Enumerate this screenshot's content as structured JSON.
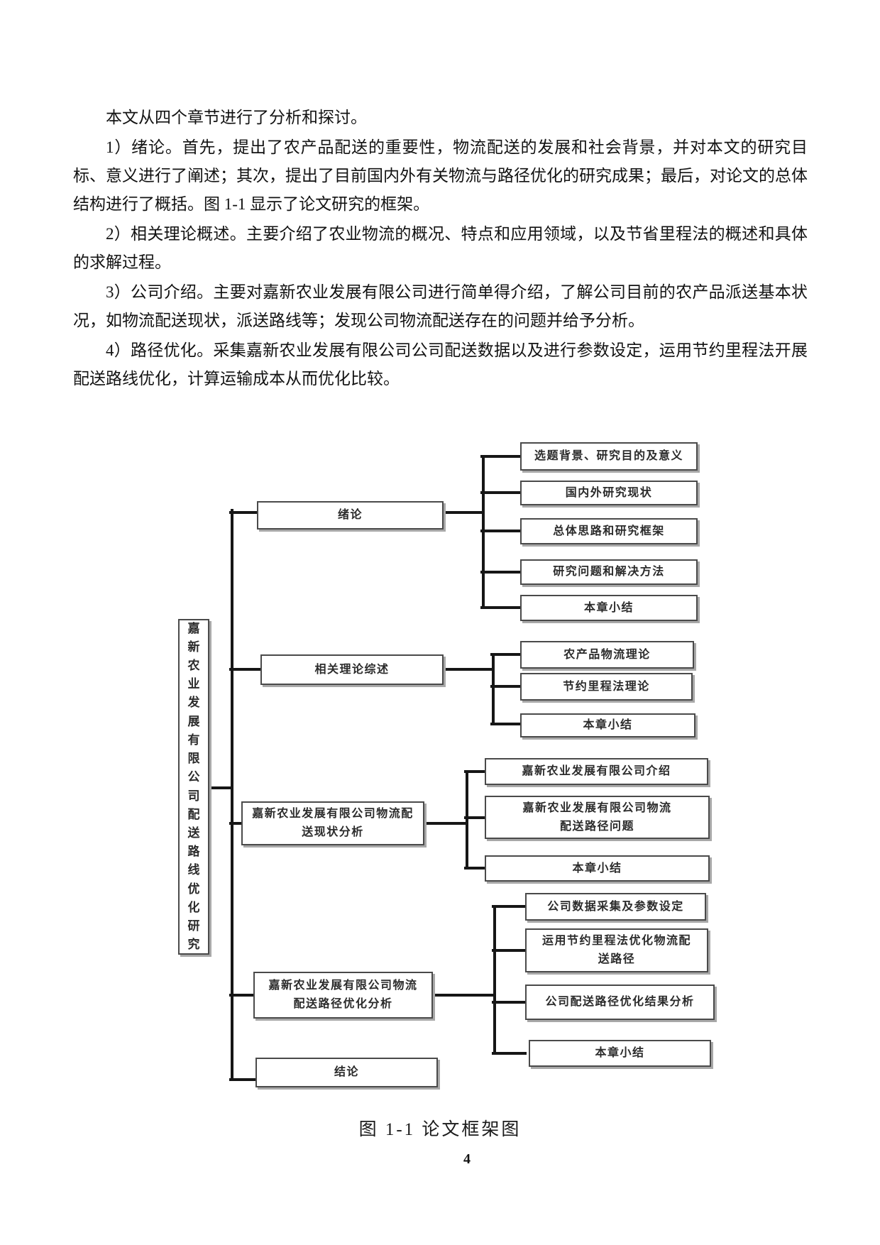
{
  "document": {
    "paragraphs": [
      "本文从四个章节进行了分析和探讨。",
      "1）绪论。首先，提出了农产品配送的重要性，物流配送的发展和社会背景，并对本文的研究目标、意义进行了阐述；其次，提出了目前国内外有关物流与路径优化的研究成果；最后，对论文的总体结构进行了概括。图 1-1 显示了论文研究的框架。",
      "2）相关理论概述。主要介绍了农业物流的概况、特点和应用领域，以及节省里程法的概述和具体的求解过程。",
      "3）公司介绍。主要对嘉新农业发展有限公司进行简单得介绍，了解公司目前的农产品派送基本状况，如物流配送现状，派送路线等；发现公司物流配送存在的问题并给予分析。",
      "4）路径优化。采集嘉新农业发展有限公司公司配送数据以及进行参数设定，运用节约里程法开展配送路线优化，计算运输成本从而优化比较。"
    ],
    "figure_caption": "图 1-1  论文框架图",
    "page_number": "4"
  },
  "diagram": {
    "root_label": "嘉新农业发展有限公司配送路线优化研究",
    "chapters": [
      {
        "label": "绪论",
        "sections": [
          "选题背景、研究目的及意义",
          "国内外研究现状",
          "总体思路和研究框架",
          "研究问题和解决方法",
          "本章小结"
        ]
      },
      {
        "label": "相关理论综述",
        "sections": [
          "农产品物流理论",
          "节约里程法理论",
          "本章小结"
        ]
      },
      {
        "label": "嘉新农业发展有限公司物流配\n送现状分析",
        "sections": [
          "嘉新农业发展有限公司介绍",
          "嘉新农业发展有限公司物流\n配送路径问题",
          "本章小结"
        ]
      },
      {
        "label": "嘉新农业发展有限公司物流\n配送路径优化分析",
        "sections": [
          "公司数据采集及参数设定",
          "运用节约里程法优化物流配\n送路径",
          "公司配送路径优化结果分析",
          "本章小结"
        ]
      },
      {
        "label": "结论",
        "sections": []
      }
    ]
  }
}
